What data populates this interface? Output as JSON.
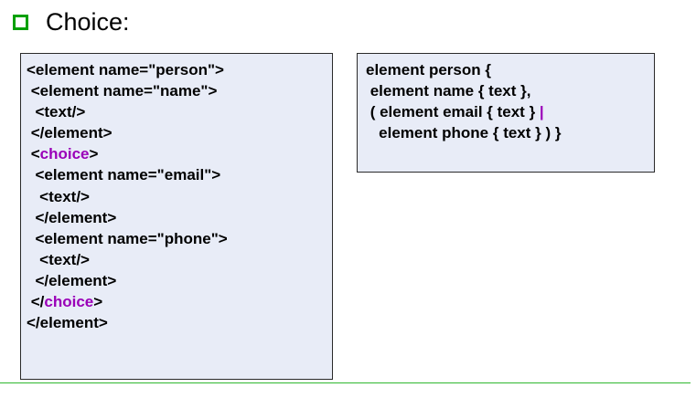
{
  "heading": {
    "icon": "hollow-square-bullet-icon",
    "text": "Choice:"
  },
  "xml_code": {
    "lines": [
      {
        "a": "<element name=\"person\">",
        "b": "",
        "c": ""
      },
      {
        "a": " <element name=\"name\">",
        "b": "",
        "c": ""
      },
      {
        "a": "  <text/>",
        "b": "",
        "c": ""
      },
      {
        "a": " </element>",
        "b": "",
        "c": ""
      },
      {
        "a": " <",
        "b": "choice",
        "c": ">"
      },
      {
        "a": "  <element name=\"email\">",
        "b": "",
        "c": ""
      },
      {
        "a": "   <text/>",
        "b": "",
        "c": ""
      },
      {
        "a": "  </element>",
        "b": "",
        "c": ""
      },
      {
        "a": "  <element name=\"phone\">",
        "b": "",
        "c": ""
      },
      {
        "a": "   <text/>",
        "b": "",
        "c": ""
      },
      {
        "a": "  </element>",
        "b": "",
        "c": ""
      },
      {
        "a": " </",
        "b": "choice",
        "c": ">"
      },
      {
        "a": "</element>",
        "b": "",
        "c": ""
      }
    ]
  },
  "compact_code": {
    "lines": [
      {
        "a": "element person {",
        "b": "",
        "c": ""
      },
      {
        "a": " element name { text },",
        "b": "",
        "c": ""
      },
      {
        "a": " ( element email { text } ",
        "b": "|",
        "c": ""
      },
      {
        "a": "   element phone { text } ) }",
        "b": "",
        "c": ""
      }
    ]
  },
  "colors": {
    "bullet": "#00a000",
    "box_background": "#e8ecf7",
    "keyword": "#9a00b8",
    "divider": "#2fb82f"
  }
}
